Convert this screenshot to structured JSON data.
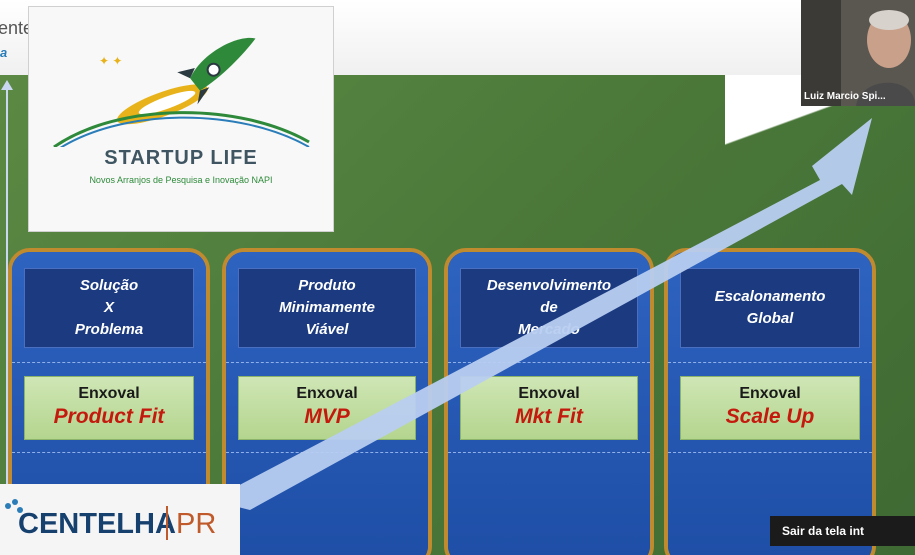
{
  "slide": {
    "title_fragment": "entelha",
    "subtitle_fragment": "a",
    "logo": {
      "name": "STARTUP LIFE",
      "tagline": "Novos Arranjos de Pesquisa e Inovação NAPI"
    },
    "stages": [
      {
        "title": "Solução\nX\nProblema",
        "box_label": "Enxoval",
        "box_value": "Product Fit"
      },
      {
        "title": "Produto\nMinimamente\nViável",
        "box_label": "Enxoval",
        "box_value": "MVP"
      },
      {
        "title": "Desenvolvimento\nde\nMercado",
        "box_label": "Enxoval",
        "box_value": "Mkt Fit"
      },
      {
        "title": "Escalonamento\nGlobal",
        "box_label": "Enxoval",
        "box_value": "Scale Up"
      }
    ],
    "footer_logo": {
      "name": "CENTELHA",
      "region": "PR"
    },
    "colors": {
      "background_green": "#4c7a3a",
      "column_blue": "#1f4fa6",
      "column_border": "#c08a2e",
      "box_green": "#cfe6b5",
      "value_red": "#c41a0e",
      "arrow": "#b8cdf0"
    }
  },
  "video": {
    "participant_name": "Luiz Marcio Spi...",
    "exit_fullscreen_label": "Sair da tela int"
  }
}
